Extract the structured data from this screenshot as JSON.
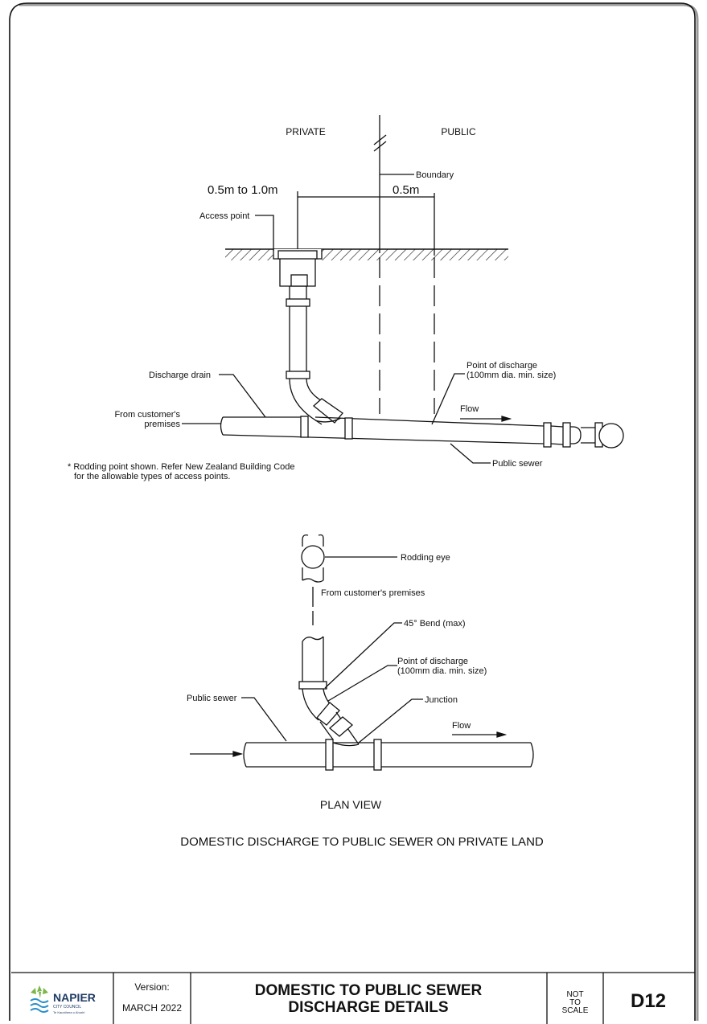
{
  "elevation": {
    "private_label": "PRIVATE",
    "public_label": "PUBLIC",
    "boundary_label": "Boundary",
    "dim_private": "0.5m to 1.0m",
    "dim_public": "0.5m",
    "access_point": "Access point",
    "discharge_drain": "Discharge drain",
    "point_of_discharge_1": "Point of discharge",
    "point_of_discharge_2": "(100mm dia. min. size)",
    "flow": "Flow",
    "from_customer_1": "From customer's",
    "from_customer_2": "premises",
    "public_sewer": "Public sewer",
    "note_1": "* Rodding point shown. Refer New Zealand Building Code",
    "note_2": "for the allowable types of access points."
  },
  "plan": {
    "rodding_eye": "Rodding eye",
    "from_customer": "From customer's premises",
    "bend": "45° Bend (max)",
    "point_of_discharge_1": "Point of discharge",
    "point_of_discharge_2": "(100mm dia. min. size)",
    "junction": "Junction",
    "public_sewer": "Public sewer",
    "flow": "Flow",
    "view_title": "PLAN VIEW"
  },
  "drawing_title": "DOMESTIC DISCHARGE TO PUBLIC SEWER ON PRIVATE LAND",
  "title_block": {
    "logo_name": "NAPIER",
    "logo_sub": "CITY COUNCIL",
    "logo_tag": "Te Kaunihera o Ahuriri",
    "version_label": "Version:",
    "version_value": "MARCH 2022",
    "title_1": "DOMESTIC TO PUBLIC SEWER",
    "title_2": "DISCHARGE DETAILS",
    "scale_1": "NOT",
    "scale_2": "TO",
    "scale_3": "SCALE",
    "sheet_id": "D12"
  },
  "colors": {
    "line": "#111111",
    "logo_green": "#7ab648",
    "logo_blue": "#2a8fc9",
    "logo_navy": "#1f3b63"
  }
}
